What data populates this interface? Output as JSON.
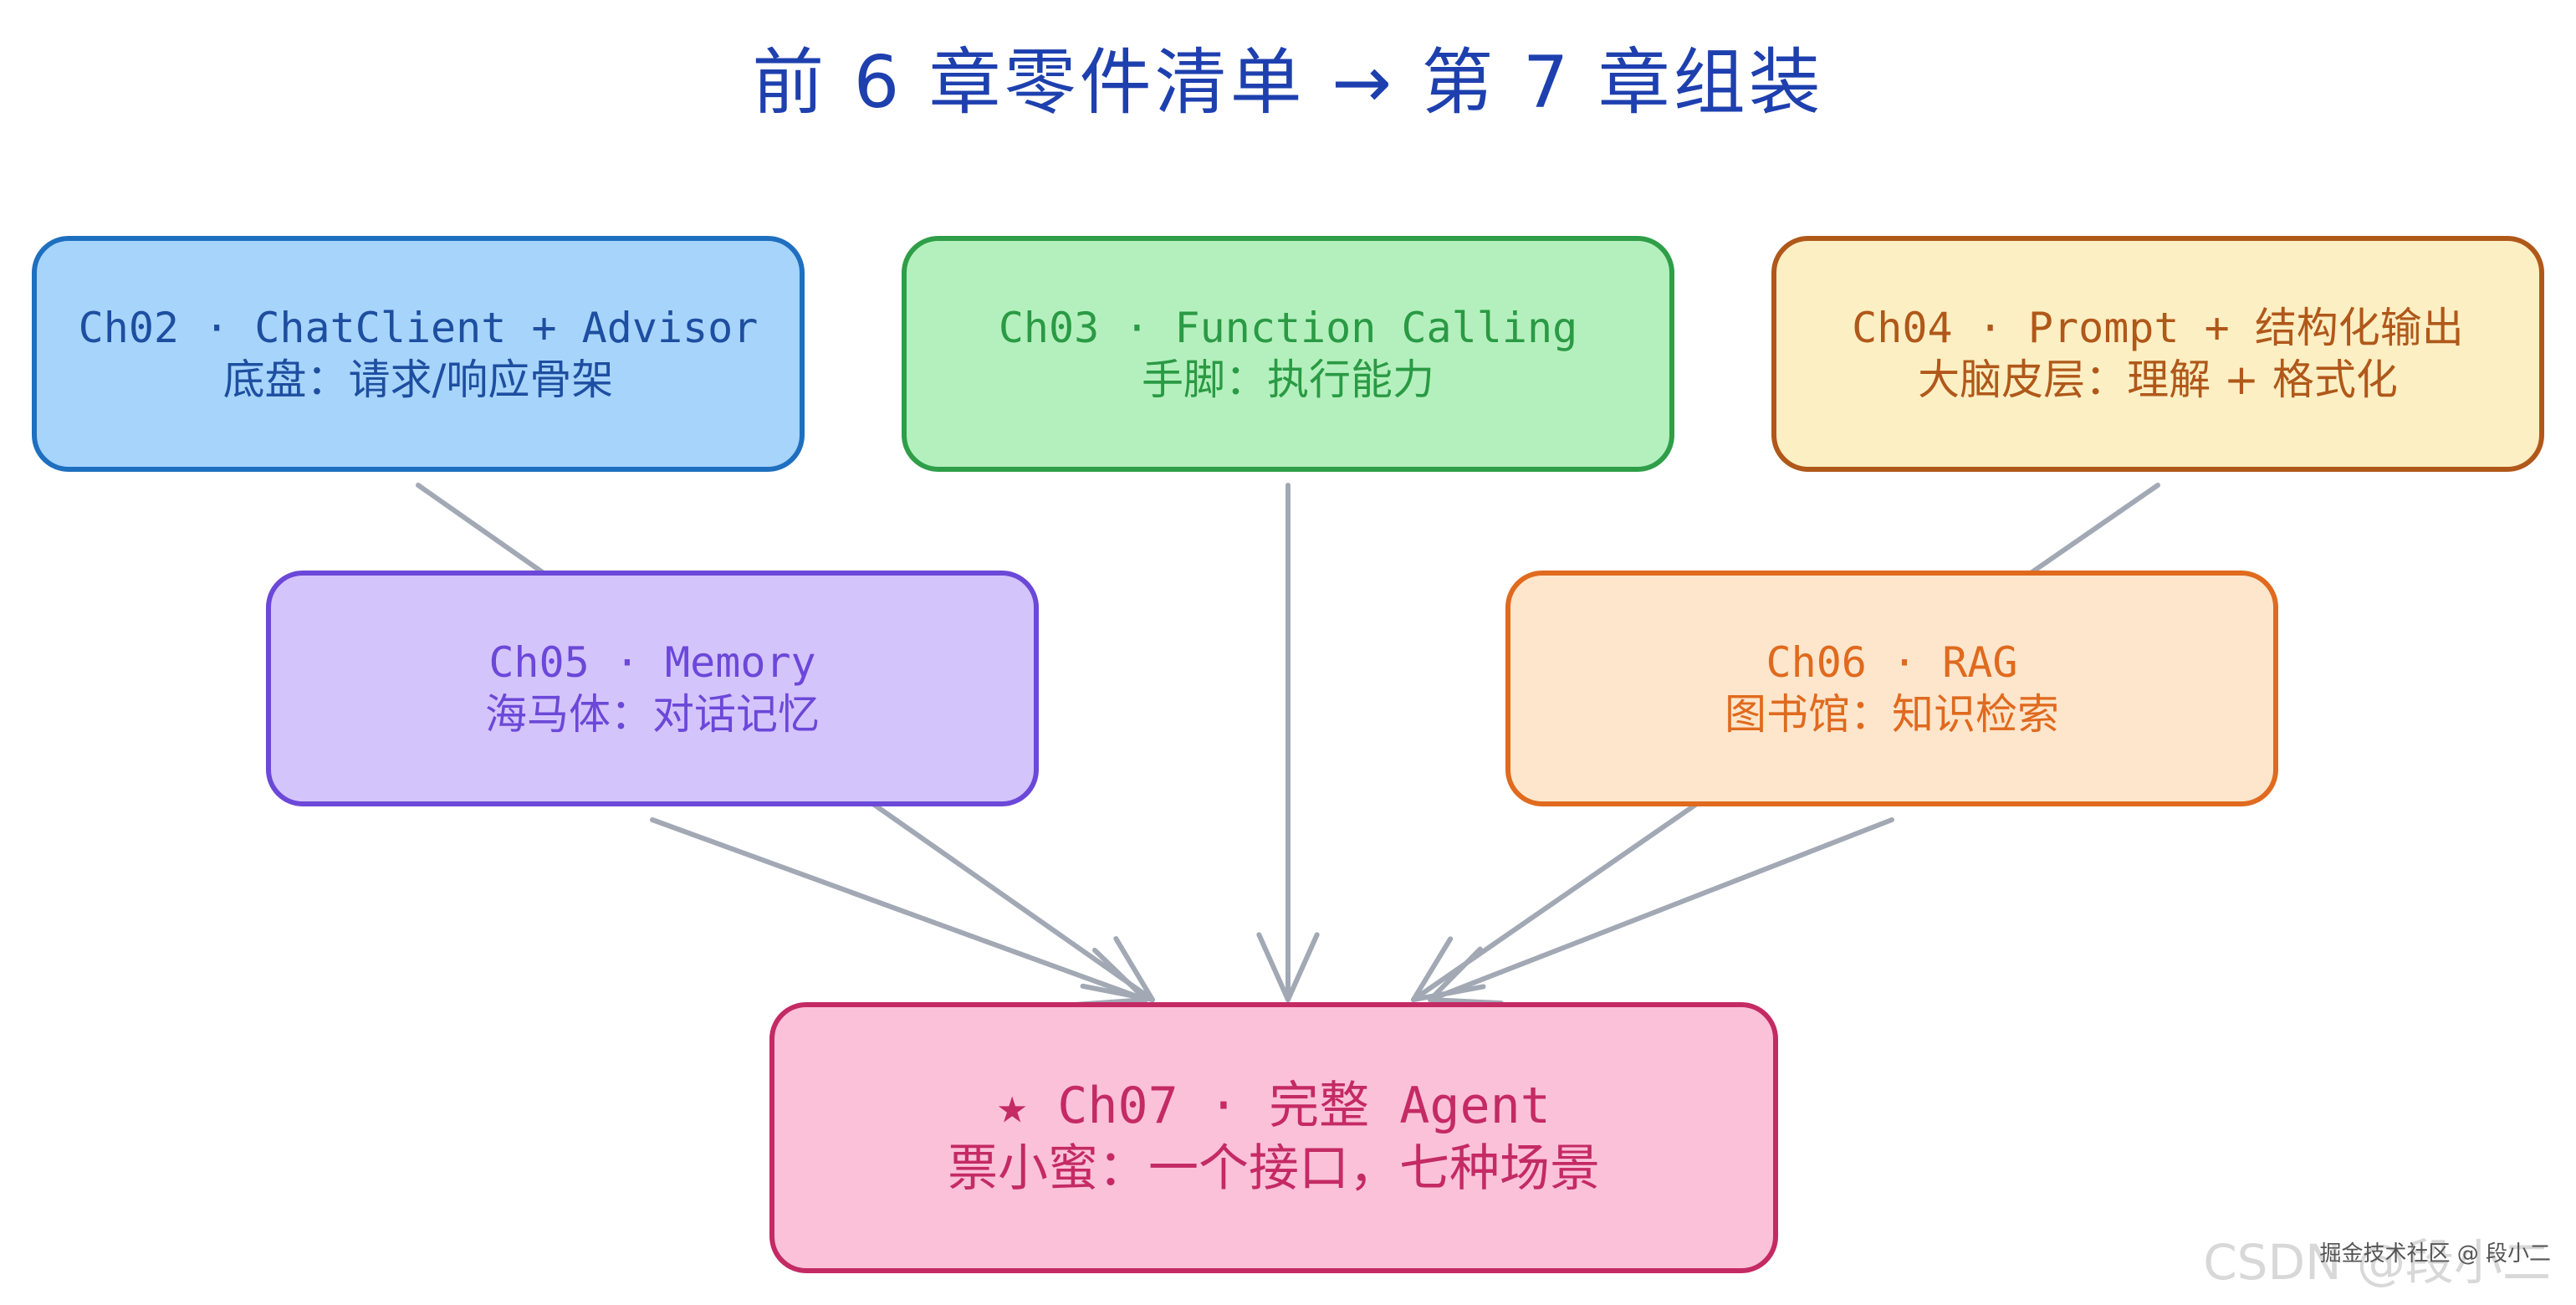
{
  "title": "前 6 章零件清单 → 第 7 章组装",
  "nodes": {
    "ch02": {
      "line1": "Ch02 · ChatClient + Advisor",
      "line2": "底盘：请求/响应骨架"
    },
    "ch03": {
      "line1": "Ch03 · Function Calling",
      "line2": "手脚：执行能力"
    },
    "ch04": {
      "line1": "Ch04 · Prompt + 结构化输出",
      "line2": "大脑皮层：理解 + 格式化"
    },
    "ch05": {
      "line1": "Ch05 · Memory",
      "line2": "海马体：对话记忆"
    },
    "ch06": {
      "line1": "Ch06 · RAG",
      "line2": "图书馆：知识检索"
    },
    "ch07": {
      "line1": "★ Ch07 · 完整 Agent",
      "line2": "票小蜜：一个接口，七种场景"
    }
  },
  "edges": [
    {
      "from": "ch02",
      "to": "ch07"
    },
    {
      "from": "ch03",
      "to": "ch07"
    },
    {
      "from": "ch04",
      "to": "ch07"
    },
    {
      "from": "ch05",
      "to": "ch07"
    },
    {
      "from": "ch06",
      "to": "ch07"
    }
  ],
  "colors": {
    "edge": "#a2a9b5",
    "title": "#1e40af"
  },
  "watermark": {
    "text": "CSDN @段小二",
    "small": "掘金技术社区 @ 段小二"
  }
}
